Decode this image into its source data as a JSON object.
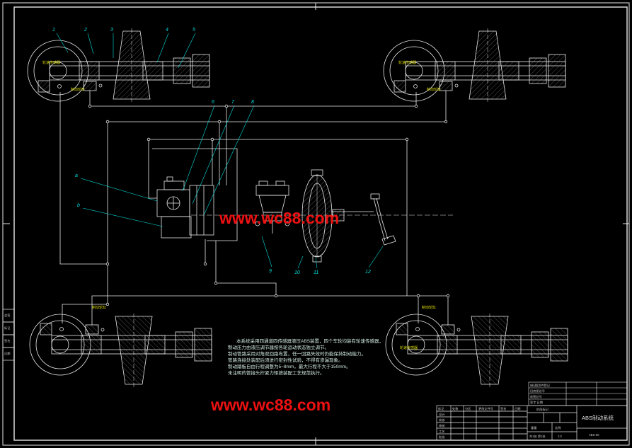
{
  "canvas": {
    "bg": "#000000",
    "line_color": "#e8e8e8",
    "callout_color": "#00dede",
    "part_label_color": "#d6d600",
    "watermark_color": "#ee1111"
  },
  "watermark": {
    "text": "www.wc88.com"
  },
  "callouts": {
    "c1": "1",
    "c2": "2",
    "c3": "3",
    "c4": "4",
    "c5": "5",
    "c6": "6",
    "c7": "7",
    "c8": "8",
    "c9": "9",
    "c10": "10",
    "c11": "11",
    "c12": "12",
    "ca": "a",
    "cb": "b"
  },
  "part_labels": {
    "tl_hub": "轮速传感器",
    "tl_cyl": "制动轮缸",
    "tr_hub": "轮速传感器",
    "tr_cyl": "制动轮缸",
    "bl_cyl": "制动轮缸",
    "br_hub": "轮速传感器",
    "br_cyl": "制动轮缸"
  },
  "notes": {
    "lines": [
      "本系统采用四通道四传感器液压ABS装置，四个车轮均装有轮速传感器，",
      "制动压力由液压调节器按各轮运动状态独立调节。",
      "制动管路采用对角双回路布置，任一回路失效时仍能保持制动能力。",
      "管路连接处装配后须进行密封性试验，不得有渗漏现象。",
      "制动踏板自由行程调整为5~8mm，最大行程不大于150mm。",
      "未注明的管接头拧紧力矩按装配工艺规范执行。"
    ]
  },
  "margin_cells": {
    "c1": "会签",
    "c2": "标记",
    "c3": "签名",
    "c4": "日期"
  },
  "title_block": {
    "revision_header": {
      "h1": "标记",
      "h2": "处数",
      "h3": "分区",
      "h4": "更改文件号",
      "h5": "签名",
      "h6": "日期"
    },
    "roles": {
      "r1": "设计",
      "r2": "校核",
      "r3": "审核",
      "r4": "工艺",
      "r5": "批准"
    },
    "stage_label": "阶段标记",
    "weight_label": "重量",
    "scale_label": "比例",
    "scale_value": "1:2",
    "sheet_info": "共1张 第1张",
    "title": "ABS制动系统",
    "drawing_no": "ABS-00",
    "mini_rows": {
      "m1": "借(通)用件登记",
      "m2": "旧底图总号",
      "m3": "底图总号",
      "m4": "签字  日期"
    }
  }
}
